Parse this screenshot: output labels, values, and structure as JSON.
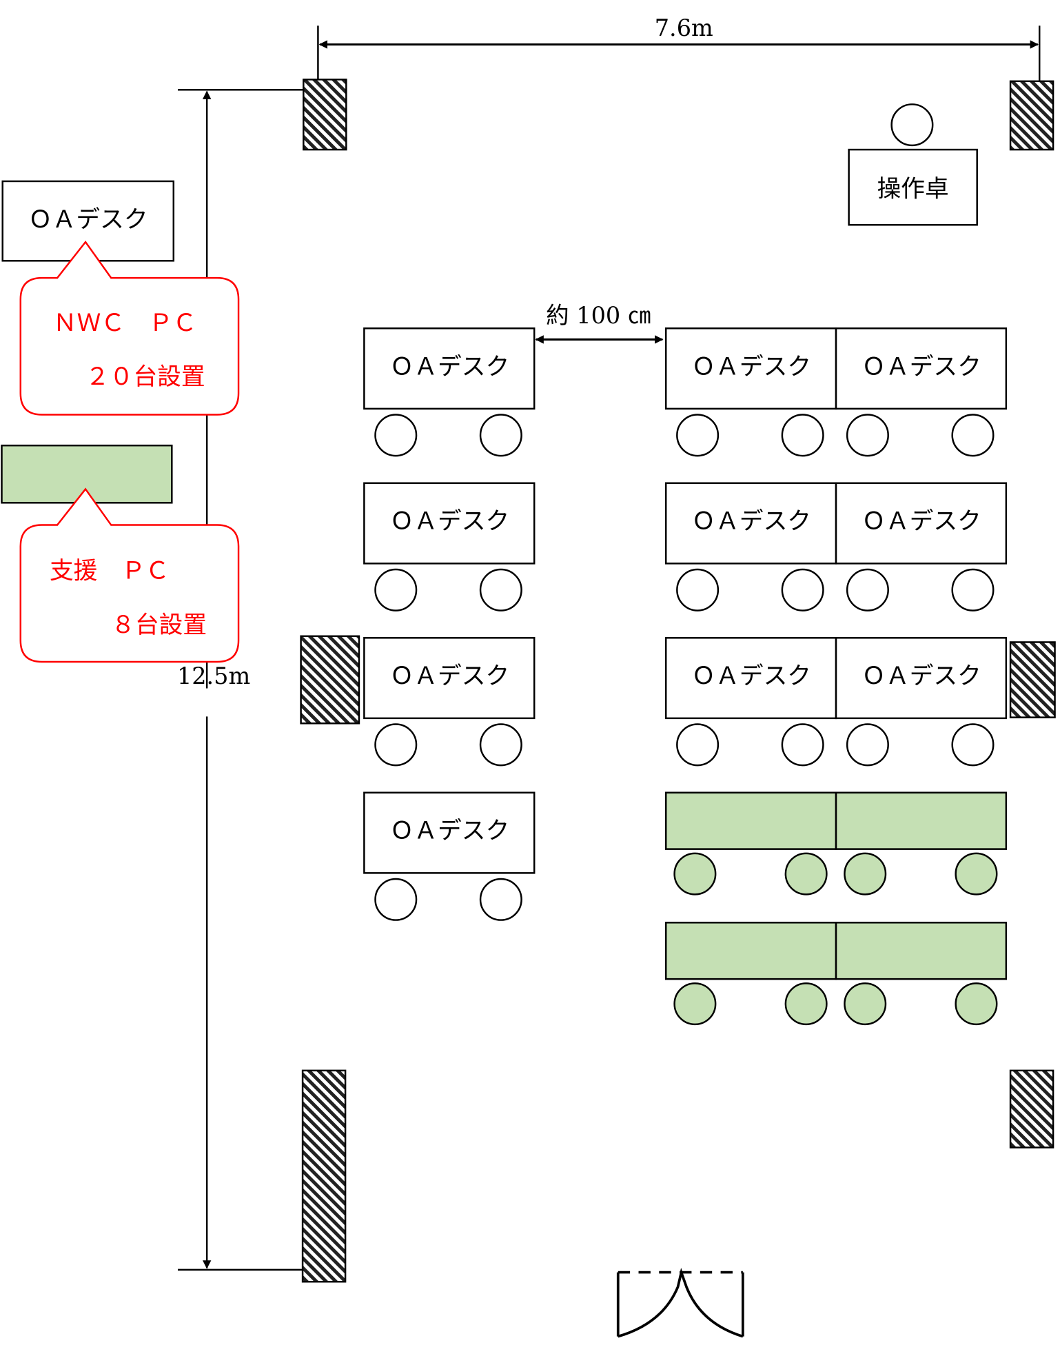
{
  "colors": {
    "pc_fill": "#c5e0b4",
    "callout": "#ff0000",
    "line": "#000000"
  },
  "dimensions": {
    "width": "7.6m",
    "length": "12.5m",
    "aisle": "約 100 ㎝"
  },
  "operator_console": "操作卓",
  "desk_label": "ＯＡデスク",
  "callouts": [
    {
      "line1": "ＮＷＣ　ＰＣ",
      "line2": "２０台設置"
    },
    {
      "line1": "支援　ＰＣ",
      "line2": "８台設置"
    }
  ],
  "legend_desk_label": "ＯＡデスク"
}
